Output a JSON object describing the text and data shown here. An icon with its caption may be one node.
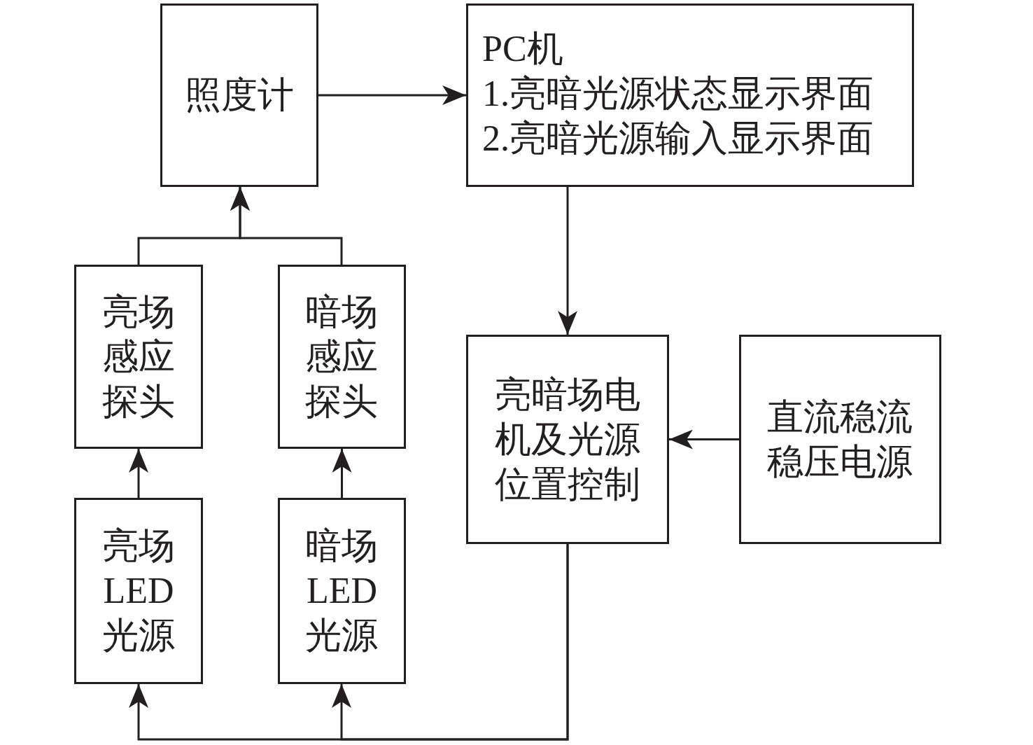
{
  "diagram": {
    "nodes": [
      {
        "text": [
          "照度计"
        ]
      },
      {
        "text": [
          "PC机",
          "1.亮暗光源状态显示界面",
          "2.亮暗光源输入显示界面"
        ]
      },
      {
        "text": [
          "亮场感应探头"
        ]
      },
      {
        "text": [
          "暗场感应探头"
        ]
      },
      {
        "text": [
          "亮暗场电机及光源位置控制"
        ]
      },
      {
        "text": [
          "直流稳流稳压电源"
        ]
      },
      {
        "text": [
          "亮场LED光源"
        ]
      },
      {
        "text": [
          "暗场LED光源"
        ]
      }
    ],
    "edges": [
      {
        "from": 0,
        "to": 1,
        "arrow": "to"
      },
      {
        "from": 2,
        "to": 0,
        "arrow": "to"
      },
      {
        "from": 3,
        "to": 0,
        "arrow": "to"
      },
      {
        "from": 1,
        "to": 4,
        "arrow": "to"
      },
      {
        "from": 5,
        "to": 4,
        "arrow": "to"
      },
      {
        "from": 6,
        "to": 2,
        "arrow": "to"
      },
      {
        "from": 7,
        "to": 3,
        "arrow": "to"
      },
      {
        "from": 4,
        "to": 6,
        "arrow": "to"
      },
      {
        "from": 4,
        "to": 7,
        "arrow": "to"
      }
    ]
  }
}
